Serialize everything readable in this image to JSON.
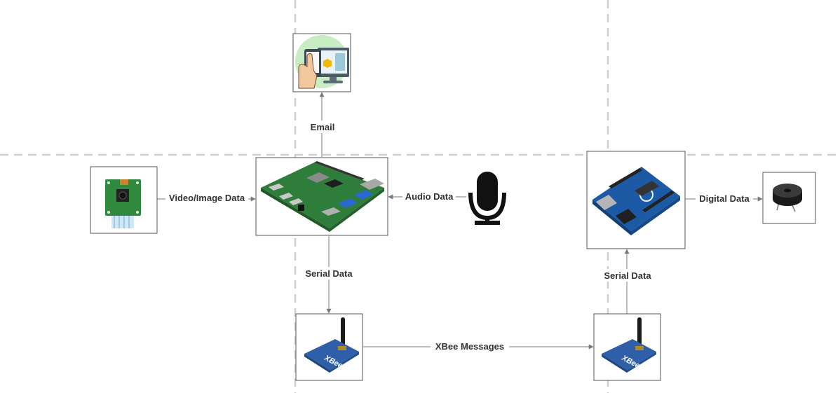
{
  "labels": {
    "email": "Email",
    "video": "Video/Image Data",
    "audio": "Audio Data",
    "serial_left": "Serial Data",
    "serial_right": "Serial Data",
    "digital": "Digital Data",
    "xbee_messages": "XBee Messages"
  },
  "xbee_text": "XBee",
  "colors": {
    "guide": "#cfcfcf",
    "connector": "#7a7a7a",
    "pcb_green": "#2f7d3a",
    "arduino_blue": "#1d5aa6",
    "xbee_blue": "#2f5fa8"
  }
}
